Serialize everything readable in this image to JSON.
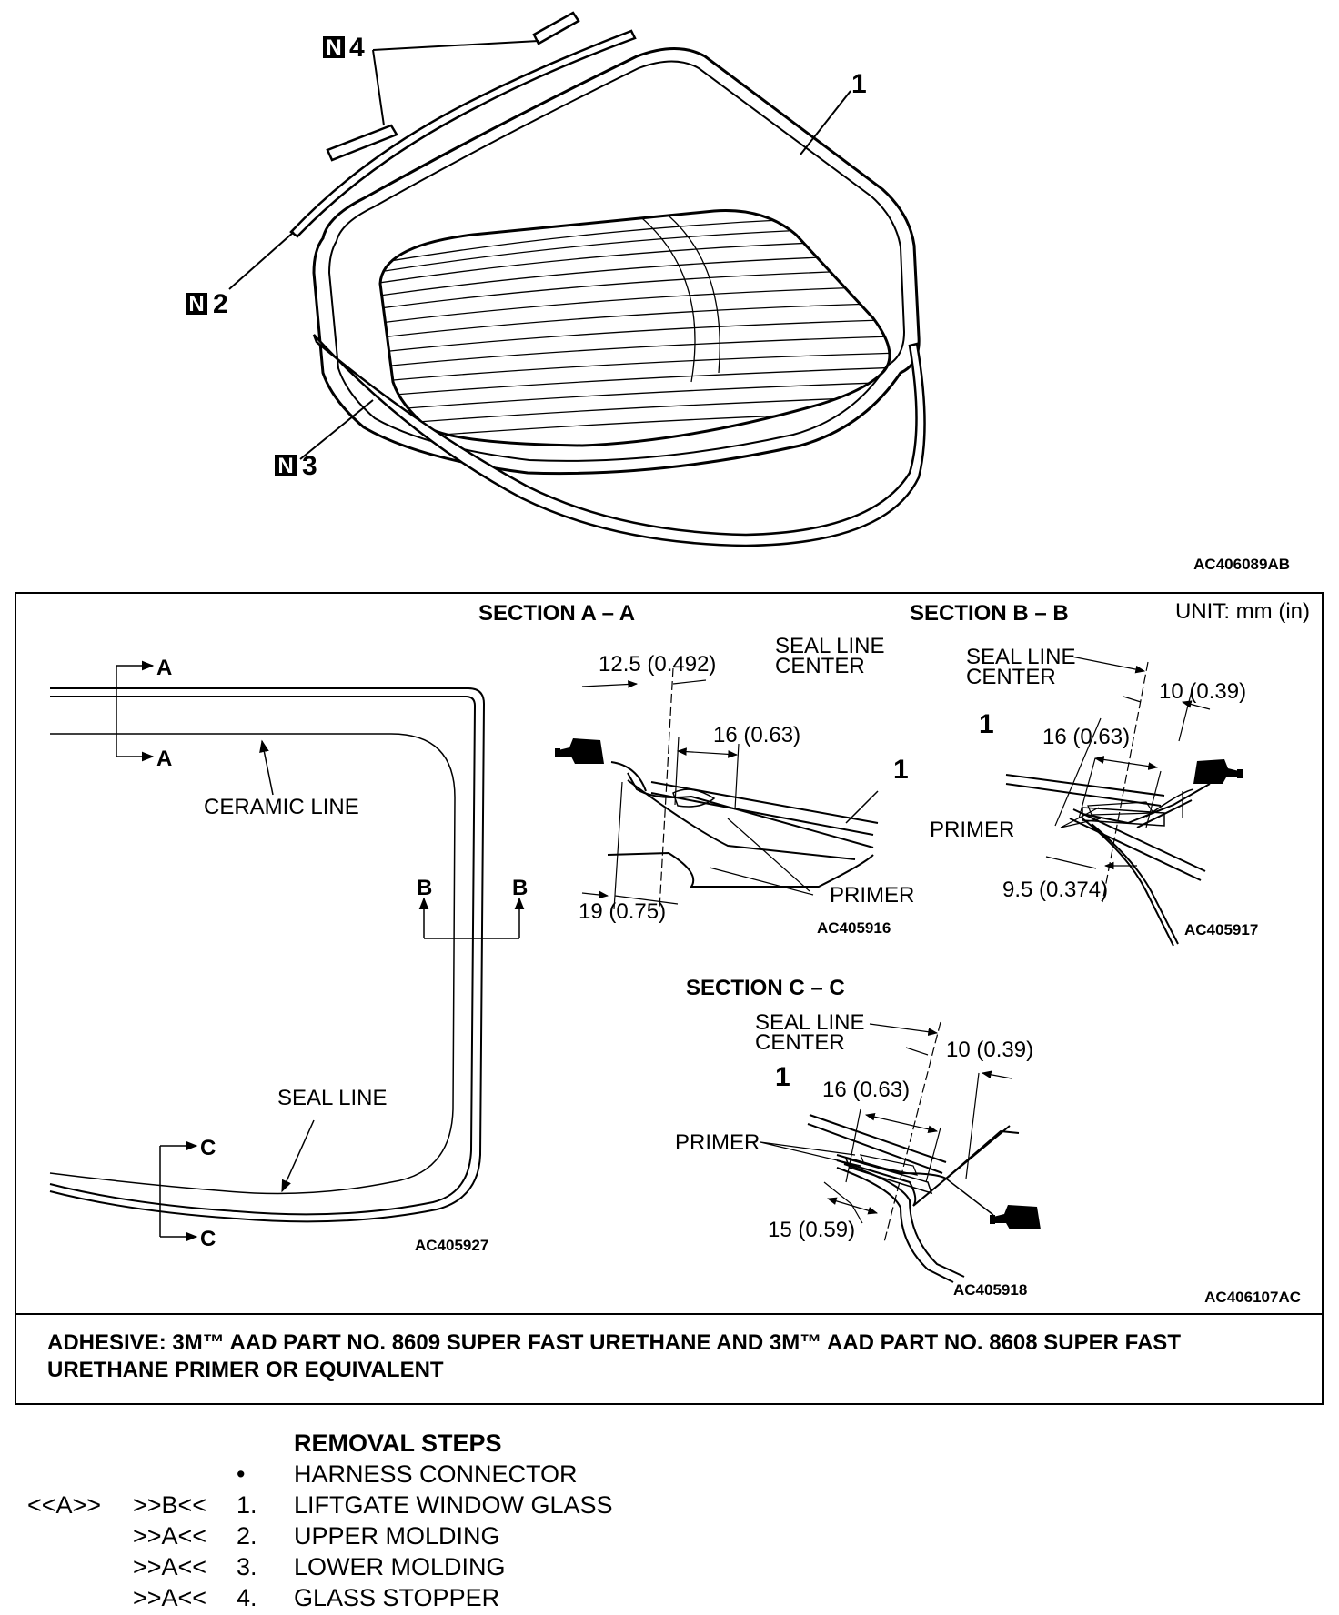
{
  "figure_code_top": "AC406089AB",
  "exploded_view": {
    "callouts": [
      {
        "badge": "N",
        "num": "4"
      },
      {
        "badge": "",
        "num": "1"
      },
      {
        "badge": "N",
        "num": "2"
      },
      {
        "badge": "N",
        "num": "3"
      }
    ]
  },
  "lower_panel": {
    "unit": "UNIT: mm (in)",
    "figure_code": "AC406107AC",
    "plan": {
      "code": "AC405927",
      "section_marks": {
        "a": "A",
        "b": "B",
        "c": "C"
      },
      "ceramic_line": "CERAMIC LINE",
      "seal_line": "SEAL LINE"
    },
    "section_a": {
      "title": "SECTION A – A",
      "code": "AC405916",
      "seal_line_center": [
        "SEAL LINE",
        "CENTER"
      ],
      "dim_top": "12.5 (0.492)",
      "dim_mid": "16 (0.63)",
      "dim_bottom": "19 (0.75)",
      "primer": "PRIMER",
      "part": "1"
    },
    "section_b": {
      "title": "SECTION B – B",
      "code": "AC405917",
      "seal_line_center": [
        "SEAL LINE",
        "CENTER"
      ],
      "dim_top": "10 (0.39)",
      "dim_mid": "16 (0.63)",
      "dim_bottom": "9.5 (0.374)",
      "primer": "PRIMER",
      "part": "1"
    },
    "section_c": {
      "title": "SECTION C – C",
      "code": "AC405918",
      "seal_line_center": [
        "SEAL LINE",
        "CENTER"
      ],
      "dim_top": "10 (0.39)",
      "dim_mid": "16 (0.63)",
      "dim_bottom": "15 (0.59)",
      "primer": "PRIMER",
      "part": "1"
    },
    "adhesive_note": [
      "ADHESIVE: 3M™ AAD PART NO. 8609 SUPER FAST URETHANE AND 3M™ AAD PART NO. 8608 SUPER FAST",
      "URETHANE PRIMER OR EQUIVALENT"
    ]
  },
  "removal_steps": {
    "title": "REMOVAL STEPS",
    "rows": [
      {
        "ref1": "",
        "ref2": "",
        "num": "•",
        "name": "HARNESS CONNECTOR"
      },
      {
        "ref1": "<<A>>",
        "ref2": ">>B<<",
        "num": "1.",
        "name": "LIFTGATE WINDOW GLASS"
      },
      {
        "ref1": "",
        "ref2": ">>A<<",
        "num": "2.",
        "name": "UPPER MOLDING"
      },
      {
        "ref1": "",
        "ref2": ">>A<<",
        "num": "3.",
        "name": "LOWER MOLDING"
      },
      {
        "ref1": "",
        "ref2": ">>A<<",
        "num": "4.",
        "name": "GLASS STOPPER"
      }
    ]
  }
}
